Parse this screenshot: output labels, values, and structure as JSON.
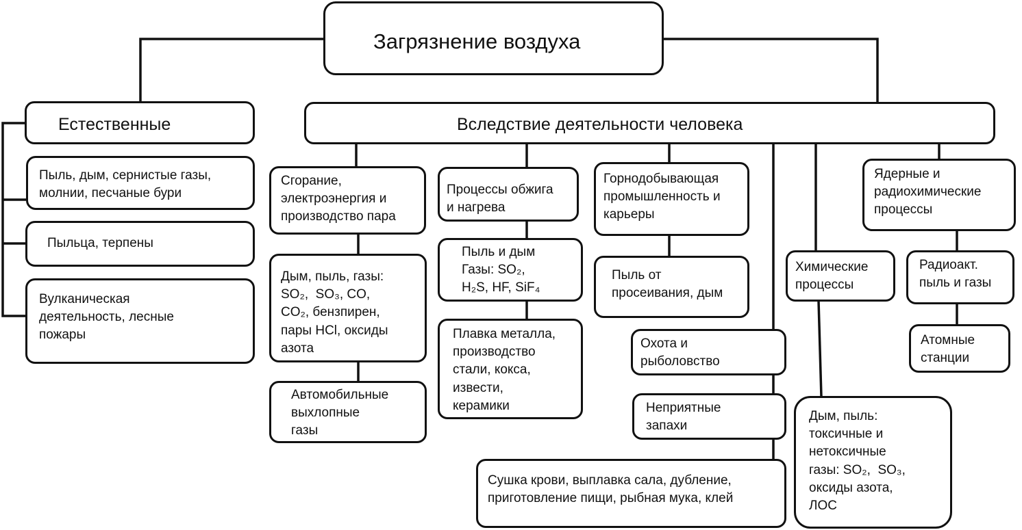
{
  "title": "Загрязнение воздуха",
  "natural": {
    "heading": "Естественные",
    "items": [
      "Пыль, дым, сернистые газы,\nмолнии, песчаные бури",
      "Пыльца, терпены",
      "Вулканическая\nдеятельность, лесные\nпожары"
    ]
  },
  "human": {
    "heading": "Вследствие деятельности человека",
    "combustion": {
      "title": "Сгорание,\nэлектроэнергия и\nпроизводство пара",
      "emissions": "Дым, пыль, газы:\nSO₂,  SO₃, CO,\nCO₂, бензпирен,\nпары HCl, оксиды\nазота",
      "vehicles": "Автомобильные\nвыхлопные\nгазы"
    },
    "roasting": {
      "title": "Процессы обжига\nи нагрева",
      "emissions": "Пыль и дым\nГазы: SO₂,\nH₂S, HF, SiF₄",
      "smelting": "Плавка металла,\nпроизводство\nстали, кокса,\nизвести,\nкерамики"
    },
    "mining": {
      "title": "Горнодобывающая\nпромышленность и\nкарьеры",
      "emissions": "Пыль от\nпросеивания, дым"
    },
    "hunting": "Охота и\nрыболовство",
    "odors": "Неприятные\nзапахи",
    "rendering": "Сушка крови, выплавка сала, дубление,\nприготовление пищи, рыбная мука, клей",
    "chemical": {
      "title": "Химические\nпроцессы",
      "emissions": "Дым, пыль:\nтоксичные и\nнетоксичные\nгазы: SO₂,  SO₃,\nоксиды азота,\nЛОС"
    },
    "nuclear": {
      "title": "Ядерные и\nрадиохимические\nпроцессы",
      "emissions": "Радиоакт.\nпыль и газы",
      "plants": "Атомные\nстанции"
    }
  }
}
